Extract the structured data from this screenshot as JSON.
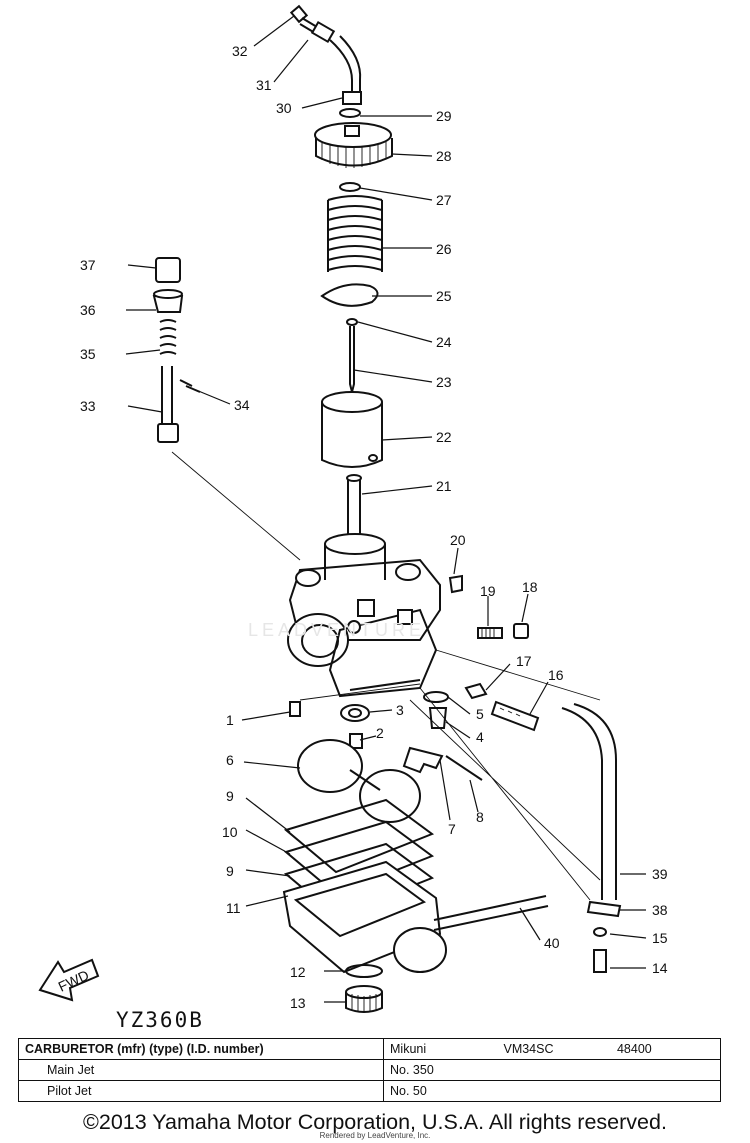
{
  "callouts": [
    "1",
    "2",
    "3",
    "4",
    "5",
    "6",
    "7",
    "8",
    "9",
    "9",
    "10",
    "11",
    "12",
    "13",
    "14",
    "15",
    "16",
    "17",
    "18",
    "19",
    "20",
    "21",
    "22",
    "23",
    "24",
    "25",
    "26",
    "27",
    "28",
    "29",
    "30",
    "31",
    "32",
    "33",
    "34",
    "35",
    "36",
    "37",
    "38",
    "39",
    "40"
  ],
  "fwd_label": "FWD",
  "watermark": "LEADVENTURE",
  "model_code": "YZ360B",
  "table": {
    "header_label": "CARBURETOR (mfr) (type) (I.D. number)",
    "mfr": "Mikuni",
    "type": "VM34SC",
    "id_number": "48400",
    "rows": [
      {
        "label": "Main Jet",
        "value": "No. 350"
      },
      {
        "label": "Pilot Jet",
        "value": "No. 50"
      }
    ]
  },
  "copyright": "©2013 Yamaha Motor Corporation, U.S.A. All rights reserved.",
  "render_note": "Rendered by LeadVenture, Inc."
}
